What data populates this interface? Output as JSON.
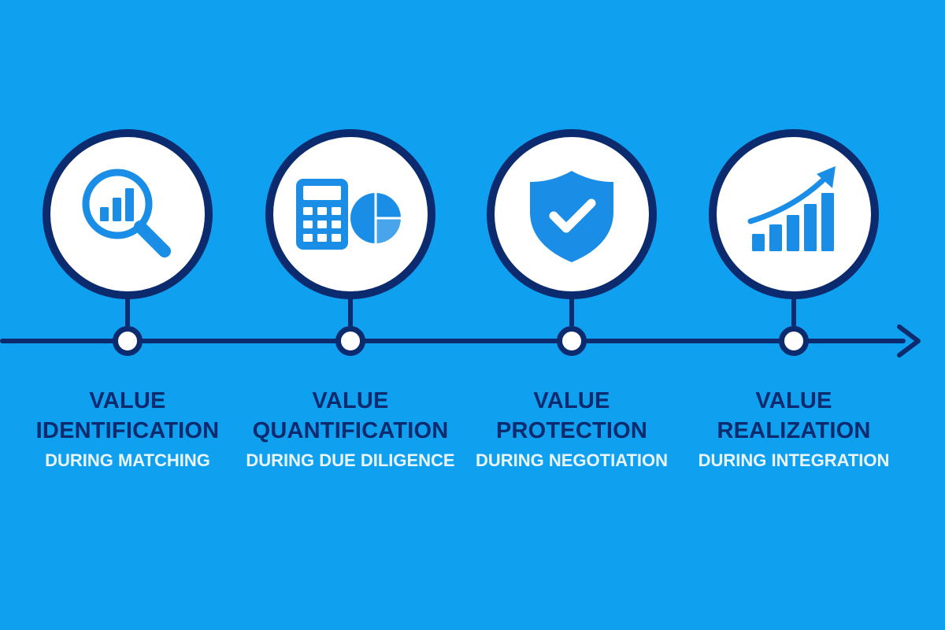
{
  "colors": {
    "background": "#10a0f0",
    "navy": "#0c2a6e",
    "icon_blue": "#1a8ee6",
    "circle_fill": "#ffffff",
    "subtitle_text": "#eaf6ff"
  },
  "stages": [
    {
      "title_line1": "VALUE",
      "title_line2": "IDENTIFICATION",
      "subtitle": "DURING MATCHING",
      "icon": "magnifier-bar-chart-icon"
    },
    {
      "title_line1": "VALUE",
      "title_line2": "QUANTIFICATION",
      "subtitle": "DURING DUE DILIGENCE",
      "icon": "calculator-pie-chart-icon"
    },
    {
      "title_line1": "VALUE",
      "title_line2": "PROTECTION",
      "subtitle": "DURING NEGOTIATION",
      "icon": "shield-check-icon"
    },
    {
      "title_line1": "VALUE",
      "title_line2": "REALIZATION",
      "subtitle": "DURING INTEGRATION",
      "icon": "growth-chart-arrow-icon"
    }
  ]
}
